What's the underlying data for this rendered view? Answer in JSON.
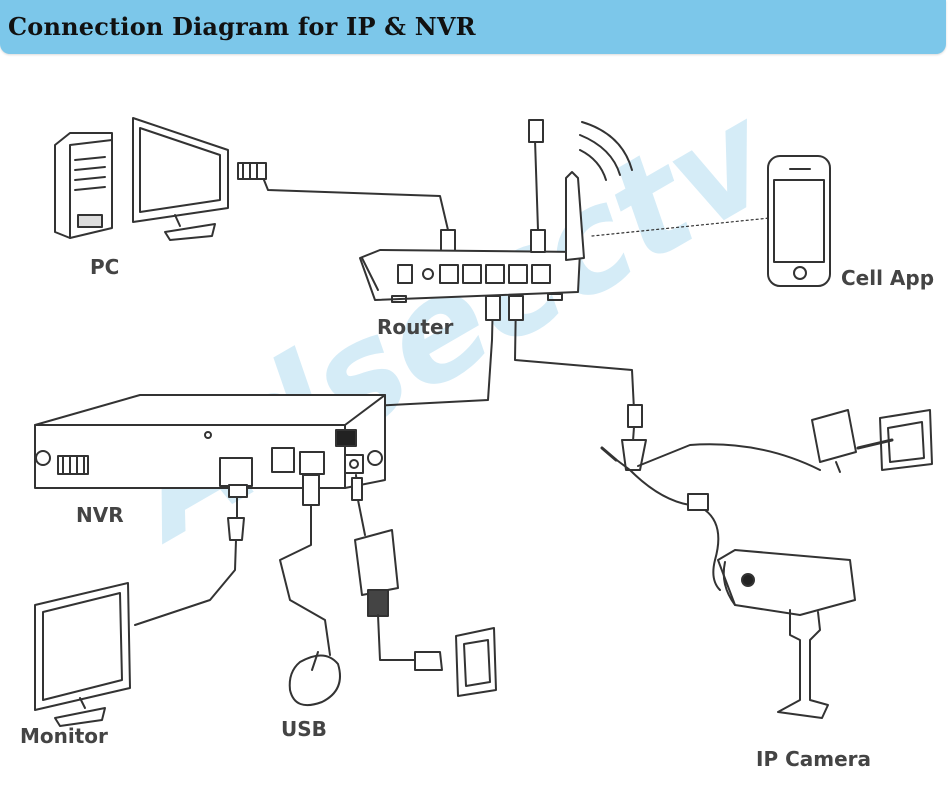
{
  "header": {
    "title": "Connection Diagram for IP & NVR"
  },
  "labels": {
    "pc": "PC",
    "router": "Router",
    "cell_app": "Cell App",
    "nvr": "NVR",
    "monitor": "Monitor",
    "usb": "USB",
    "ip_camera": "IP Camera"
  },
  "watermark": "Adsecctv",
  "colors": {
    "header_bg": "#7cc7ea",
    "line": "#333333",
    "watermark": "#c8e6f5"
  }
}
